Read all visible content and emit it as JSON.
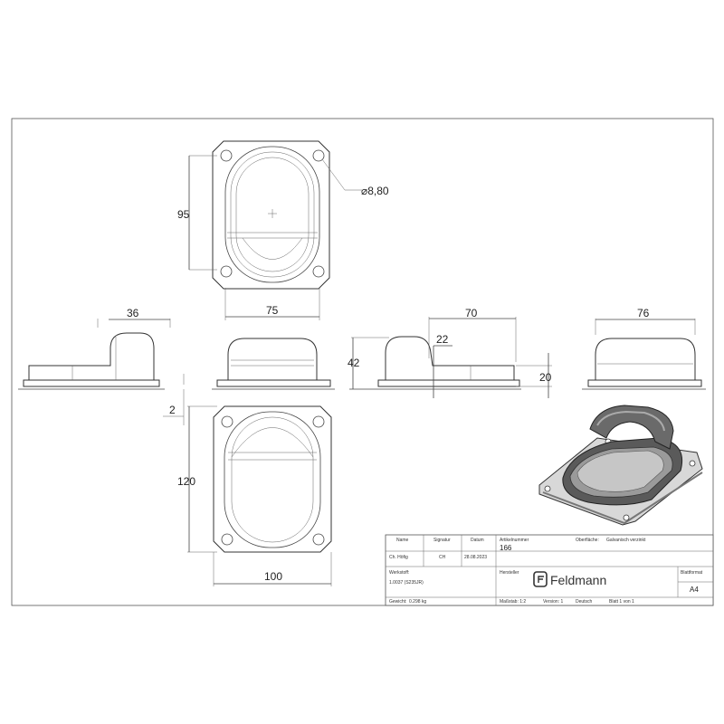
{
  "dimensions": {
    "top_height": "95",
    "top_hole": "⌀8,80",
    "top_width": "75",
    "side_a_ring": "36",
    "side_b_width": "70",
    "side_b_height": "42",
    "side_b_ring": "22",
    "side_b_recess": "20",
    "side_c_width": "76",
    "plate_thickness": "2",
    "bottom_height": "120",
    "bottom_width": "100"
  },
  "title_block": {
    "labels": {
      "name": "Name",
      "signature": "Signatur",
      "date": "Datum",
      "article": "Artikelnummer",
      "surface": "Oberfläche:",
      "material": "Werkstoff:",
      "manufacturer": "Hersteller",
      "sheet_format": "Blattformat",
      "weight": "Gewicht:"
    },
    "values": {
      "name": "Ch. Höfig",
      "signature": "CH",
      "date": "28.08.2023",
      "article": "166",
      "surface": "Galvanisch verzinkt",
      "material": "1.0037 (S235JR)",
      "sheet_format": "A4",
      "weight": "0.298 kg",
      "scale": "Maßstab: 1:2",
      "version": "Version: 1",
      "language": "Deutsch",
      "page": "Blatt 1 von 1"
    },
    "logo_text": "Feldmann"
  },
  "colors": {
    "line": "#444444",
    "render_body": "#8f8f8f",
    "render_dark": "#555555",
    "render_light": "#d8d8d8"
  }
}
